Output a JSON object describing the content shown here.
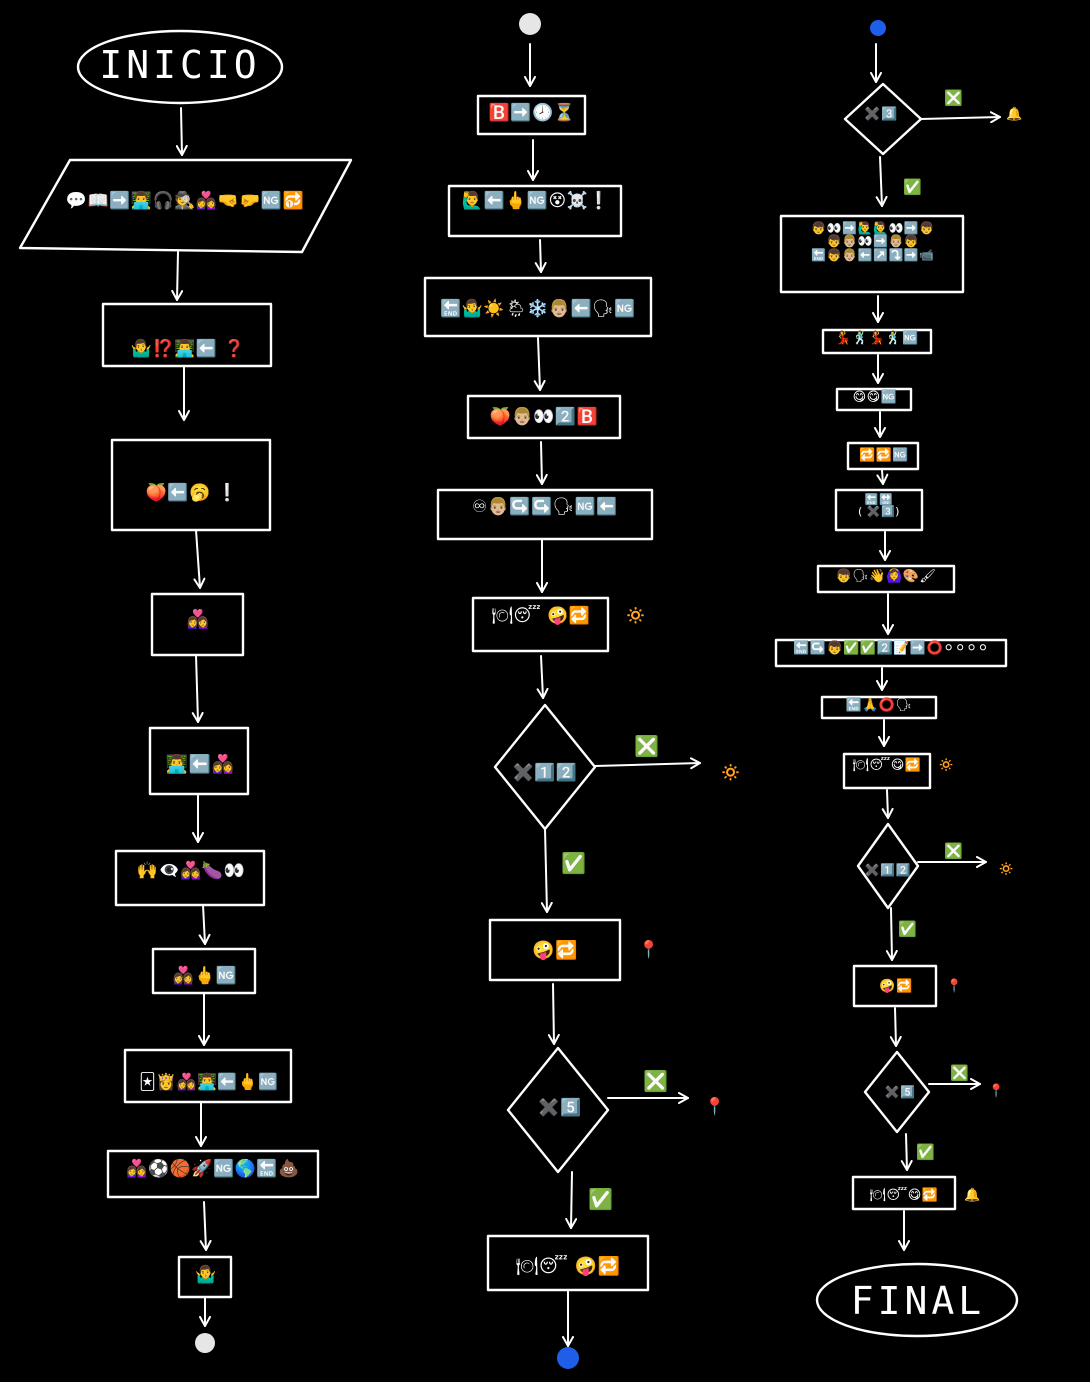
{
  "colors": {
    "background": "#000000",
    "stroke": "#ffffff",
    "check": "#2ecc40",
    "cross": "#2ecc40",
    "sun": "#f2b51c",
    "bell": "#f2b51c",
    "pin": "#e0352b",
    "dot_white": "#e6e6e6",
    "dot_blue": "#1e5ee8"
  },
  "terminals": {
    "start": "INICIO",
    "end": "FINAL"
  },
  "column1": {
    "input_box": "💬📖➡️👨‍💻🎧🕵️👩‍❤️‍👩🤜🤛🆖🔂",
    "step1": "🤷‍♂️⁉️👨‍💻⬅️ ❓",
    "step2": "🍑⬅️🥱 ❕",
    "step3": "👩‍❤️‍👩",
    "step4": "👨‍💻⬅️👩‍❤️‍👩",
    "step5": "🙌👁‍🗨👩‍❤️‍👩🍆👀",
    "step6": "👩‍❤️‍👩🖕🆖",
    "step7": "🃏👸👩‍❤️‍👩👨‍💻⬅️🖕🆖",
    "step8": "👩‍❤️‍👩⚽🏀🚀🆖🌎🔚💩",
    "step9": "🤷‍♂️"
  },
  "column2": {
    "step1": "🅱️➡️🕗⏳",
    "step2": "🙋‍♂️⬅️🖕🆖😵☠️❕",
    "step3": "🔚🤷‍♂️☀️🌦❄️👨🏼⬅️🗣🆖",
    "step4": "🍑👨🏼👀2️⃣🅱️",
    "step5": "♾👨🏼↪️↪️🗣🆖⬅️",
    "step6": "🍽😴 🤪🔁",
    "decision1": "✖️1️⃣2️⃣",
    "step7": "🤪🔁",
    "decision2": "✖️5️⃣",
    "step8": "🍽😴 🤪🔁"
  },
  "column3": {
    "decision0": "✖️3️⃣",
    "step1": "👦👀➡️🙋‍♂️🙋‍♂️👀➡️👦\n👦👨🏼👀➡️👨🏼👦\n🔚👦👨🏼⬅️↗️⤵️➡️📹",
    "step2": "💃🕺💃🕺🆖",
    "step3": "😋😋🆖",
    "step4": "🔁🔁🆖",
    "step5": "🔚🔛\n( ✖️3️⃣)",
    "step6": "👦🗣👋🙆‍♀️🎨🖌",
    "step7": "🔚↪️👦✅✅2️⃣📝➡️⭕⚪⚪⚪⚪",
    "step8": "🔚🙏⭕🗣",
    "step9": "🍽😴😋🔁",
    "decision1": "✖️1️⃣2️⃣",
    "step10": "🤪🔁",
    "decision2": "✖️5️⃣",
    "step11": "🍽😴😋🔁"
  },
  "annotations": {
    "yes": "✅",
    "no": "❎",
    "sun": "🔅",
    "pin": "📍",
    "bell": "🔔"
  }
}
